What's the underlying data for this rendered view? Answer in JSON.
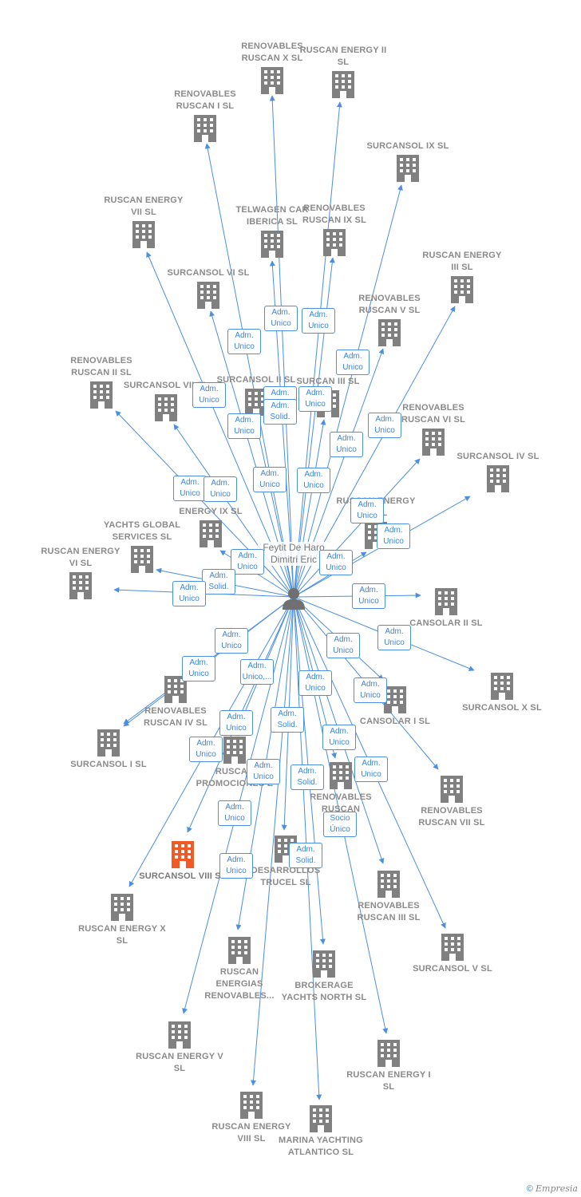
{
  "center": {
    "name": "Feytit De Haro Dimitri Eric"
  },
  "companies": [
    {
      "id": "c1",
      "label": "RENOVABLES RUSCAN X  SL"
    },
    {
      "id": "c2",
      "label": "RUSCAN ENERGY II  SL"
    },
    {
      "id": "c3",
      "label": "RENOVABLES RUSCAN I  SL"
    },
    {
      "id": "c4",
      "label": "SURCANSOL IX  SL"
    },
    {
      "id": "c5",
      "label": "RUSCAN ENERGY VII SL"
    },
    {
      "id": "c6",
      "label": "TELWAGEN CAR IBERICA  SL"
    },
    {
      "id": "c7",
      "label": "RENOVABLES RUSCAN IX  SL"
    },
    {
      "id": "c8",
      "label": "RUSCAN ENERGY III  SL"
    },
    {
      "id": "c9",
      "label": "SURCANSOL VI  SL"
    },
    {
      "id": "c10",
      "label": "RENOVABLES RUSCAN V  SL"
    },
    {
      "id": "c11",
      "label": "RENOVABLES RUSCAN II  SL"
    },
    {
      "id": "c12",
      "label": "SURCANSOL VII  SL"
    },
    {
      "id": "c13",
      "label": "SURCANSOL II  SL"
    },
    {
      "id": "c14",
      "label": "SURCAN III  SL"
    },
    {
      "id": "c15",
      "label": "RENOVABLES RUSCAN VI  SL"
    },
    {
      "id": "c16",
      "label": "SURCANSOL IV  SL"
    },
    {
      "id": "c17",
      "label": "ENERGY IX  SL"
    },
    {
      "id": "c18",
      "label": "RUSCAN ENERGY IV  SL"
    },
    {
      "id": "c19",
      "label": "YACHTS GLOBAL SERVICES  SL"
    },
    {
      "id": "c20",
      "label": "RUSCAN ENERGY VI  SL"
    },
    {
      "id": "c21",
      "label": "CANSOLAR II  SL"
    },
    {
      "id": "c22",
      "label": "SURCANSOL X  SL"
    },
    {
      "id": "c23",
      "label": "RENOVABLES RUSCAN IV  SL"
    },
    {
      "id": "c24",
      "label": "CANSOLAR I  SL"
    },
    {
      "id": "c25",
      "label": "SURCANSOL I  SL"
    },
    {
      "id": "c26",
      "label": "RUSCAN PROMOCIONES E"
    },
    {
      "id": "c27",
      "label": "RENOVABLES RUSCAN"
    },
    {
      "id": "c28",
      "label": "RENOVABLES RUSCAN VII SL"
    },
    {
      "id": "c29",
      "label": "SURCANSOL VIII  SL"
    },
    {
      "id": "c30",
      "label": "DESARROLLOS TRUCEL  SL"
    },
    {
      "id": "c31",
      "label": "RUSCAN ENERGY X  SL"
    },
    {
      "id": "c32",
      "label": "RENOVABLES RUSCAN III  SL"
    },
    {
      "id": "c33",
      "label": "SURCANSOL V  SL"
    },
    {
      "id": "c34",
      "label": "RUSCAN ENERGIAS RENOVABLES..."
    },
    {
      "id": "c35",
      "label": "BROKERAGE YACHTS NORTH  SL"
    },
    {
      "id": "c36",
      "label": "RUSCAN ENERGY V  SL"
    },
    {
      "id": "c37",
      "label": "RUSCAN ENERGY I  SL"
    },
    {
      "id": "c38",
      "label": "RUSCAN ENERGY VIII  SL"
    },
    {
      "id": "c39",
      "label": "MARINA YACHTING ATLANTICO  SL"
    }
  ],
  "relations": [
    {
      "id": "r1",
      "label": "Adm. Unico"
    },
    {
      "id": "r2",
      "label": "Adm. Unico"
    },
    {
      "id": "r3",
      "label": "Adm. Unico"
    },
    {
      "id": "r4",
      "label": "Adm. Unico"
    },
    {
      "id": "r5",
      "label": "Adm. Unico"
    },
    {
      "id": "r6",
      "label": "Adm. Solid."
    },
    {
      "id": "r7",
      "label": "Adm. Unico"
    },
    {
      "id": "r8",
      "label": "Adm. Unico"
    },
    {
      "id": "r9",
      "label": "Adm. Unico"
    },
    {
      "id": "r10",
      "label": "Adm. Unico"
    },
    {
      "id": "r11",
      "label": "Adm. Unico"
    },
    {
      "id": "r12",
      "label": "Adm. Unico"
    },
    {
      "id": "r13",
      "label": "Adm. Unico"
    },
    {
      "id": "r14",
      "label": "Adm. Unico"
    },
    {
      "id": "r15",
      "label": "Adm. Unico"
    },
    {
      "id": "r16",
      "label": "Adm. Unico"
    },
    {
      "id": "r17",
      "label": "Adm. Unico"
    },
    {
      "id": "r18",
      "label": "Adm. Unico"
    },
    {
      "id": "r19",
      "label": "Adm. Unico"
    },
    {
      "id": "r20",
      "label": "Adm. Solid."
    },
    {
      "id": "r21",
      "label": "Adm. Unico"
    },
    {
      "id": "r22",
      "label": "Adm. Unico"
    },
    {
      "id": "r23",
      "label": "Adm. Unico"
    },
    {
      "id": "r24",
      "label": "Adm. Unico"
    },
    {
      "id": "r25",
      "label": "Adm. Unico"
    },
    {
      "id": "r26",
      "label": "Adm. Unico,..."
    },
    {
      "id": "r27",
      "label": "Adm. Unico"
    },
    {
      "id": "r28",
      "label": "Adm. Unico"
    },
    {
      "id": "r29",
      "label": "Adm. Unico"
    },
    {
      "id": "r30",
      "label": "Adm. Solid."
    },
    {
      "id": "r31",
      "label": "Adm. Unico"
    },
    {
      "id": "r32",
      "label": "Adm. Unico"
    },
    {
      "id": "r33",
      "label": "Adm. Unico"
    },
    {
      "id": "r34",
      "label": "Adm. Unico"
    },
    {
      "id": "r35",
      "label": "Adm. Solid."
    },
    {
      "id": "r36",
      "label": "Adm. Unico"
    },
    {
      "id": "r37",
      "label": "Adm. Unico"
    },
    {
      "id": "r38",
      "label": "Socio Único"
    },
    {
      "id": "r39",
      "label": "Adm. Unico"
    },
    {
      "id": "r40",
      "label": "Adm. Solid."
    }
  ],
  "colors": {
    "edge": "#4a8fe0",
    "building": "#808080",
    "highlight": "#f15a24",
    "person": "#707070"
  },
  "footer": {
    "copyright": "©",
    "brand": "Empresia"
  }
}
